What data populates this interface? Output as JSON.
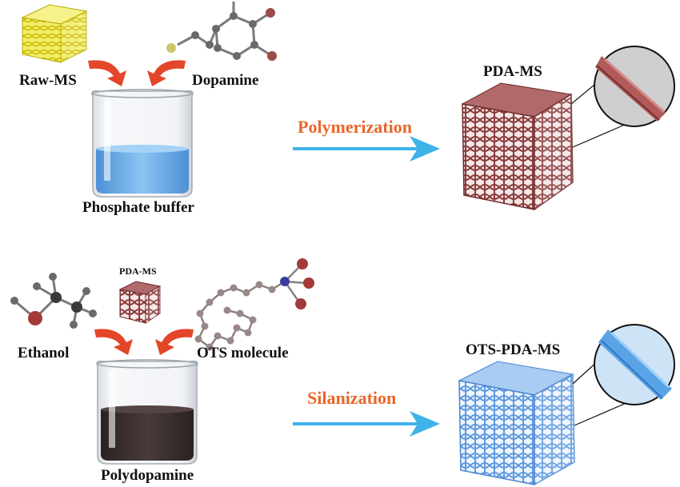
{
  "top": {
    "raw_ms_label": "Raw-MS",
    "dopamine_label": "Dopamine",
    "buffer_label": "Phosphate buffer",
    "step_label": "Polymerization",
    "product_label": "PDA-MS"
  },
  "bottom": {
    "ethanol_label": "Ethanol",
    "pda_ms_label": "PDA-MS",
    "ots_label": "OTS molecule",
    "solution_label": "Polydopamine",
    "step_label": "Silanization",
    "product_label": "OTS-PDA-MS"
  },
  "colors": {
    "step_text": "#e8672a",
    "process_arrow": "#3fb2ea",
    "feed_arrow": "#e4462a",
    "raw_sponge": "#e8e23a",
    "pda_sponge": "#8a3a3a",
    "ots_sponge": "#6fa6e6",
    "buffer_liquid": "#6aaee6",
    "polydopamine_liquid": "#3a2c2c"
  }
}
